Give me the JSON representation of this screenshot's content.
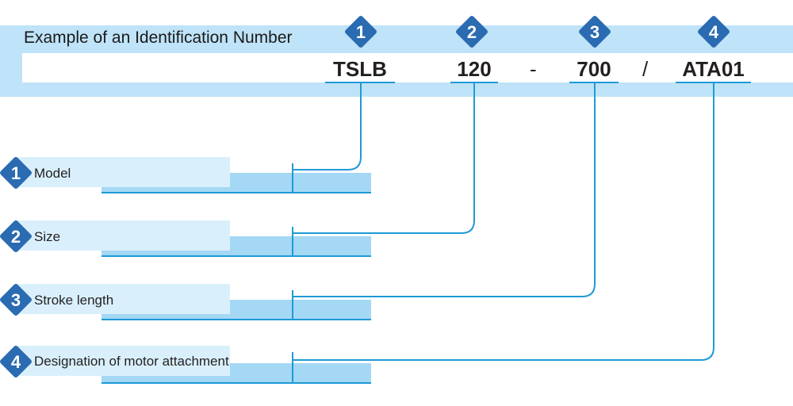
{
  "header": {
    "title": "Example of an Identification Number"
  },
  "code_parts": [
    {
      "number": "1",
      "text": "TSLB"
    },
    {
      "number": "2",
      "text": "120"
    },
    {
      "number": "3",
      "text": "700"
    },
    {
      "number": "4",
      "text": "ATA01"
    }
  ],
  "separators": [
    "-",
    "/"
  ],
  "legend": [
    {
      "number": "1",
      "label": "Model"
    },
    {
      "number": "2",
      "label": "Size"
    },
    {
      "number": "3",
      "label": "Stroke length"
    },
    {
      "number": "4",
      "label": "Designation of motor attachment"
    }
  ],
  "colors": {
    "accent": "#1f9ad6",
    "band": "#bfe3f8",
    "card_dark": "#a4d8f4",
    "card_light": "#d9f0fc",
    "marker": "#2a6bb1"
  }
}
